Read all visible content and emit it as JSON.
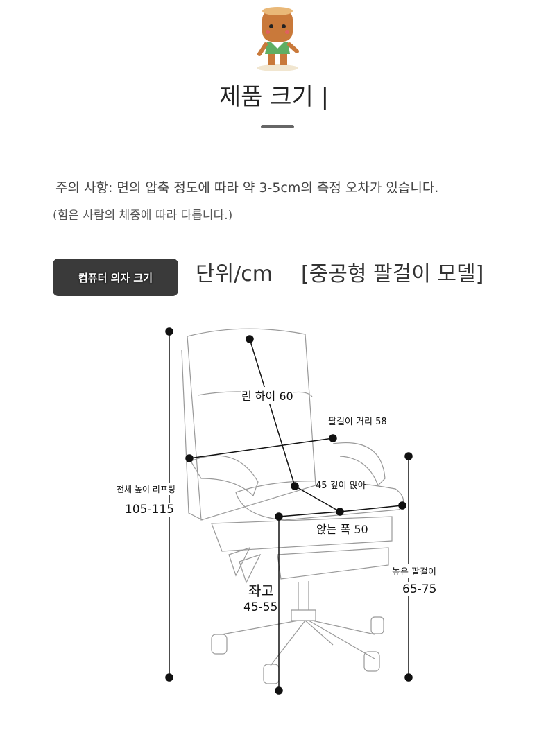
{
  "header": {
    "title": "제품 크기 |"
  },
  "notice": {
    "line1": "주의 사항: 면의 압축 정도에 따라 약 3-5cm의 측정 오차가 있습니다.",
    "line2": "(힘은 사람의 체중에 따라 다릅니다.)"
  },
  "section": {
    "badge": "컴퓨터 의자 크기",
    "unit": "단위/cm",
    "model": "[중공형 팔걸이 모델]"
  },
  "dimensions": {
    "total_height_label": "전체 높이 리프팅",
    "total_height_value": "105-115",
    "back_height": "린 하이 60",
    "armrest_distance": "팔걸이 거리 58",
    "seat_depth": "45 깊이 앉아",
    "seat_width": "앉는 폭 50",
    "seat_height_label": "좌고",
    "seat_height_value": "45-55",
    "armrest_height_label": "높은 팔걸이",
    "armrest_height_value": "65-75"
  }
}
